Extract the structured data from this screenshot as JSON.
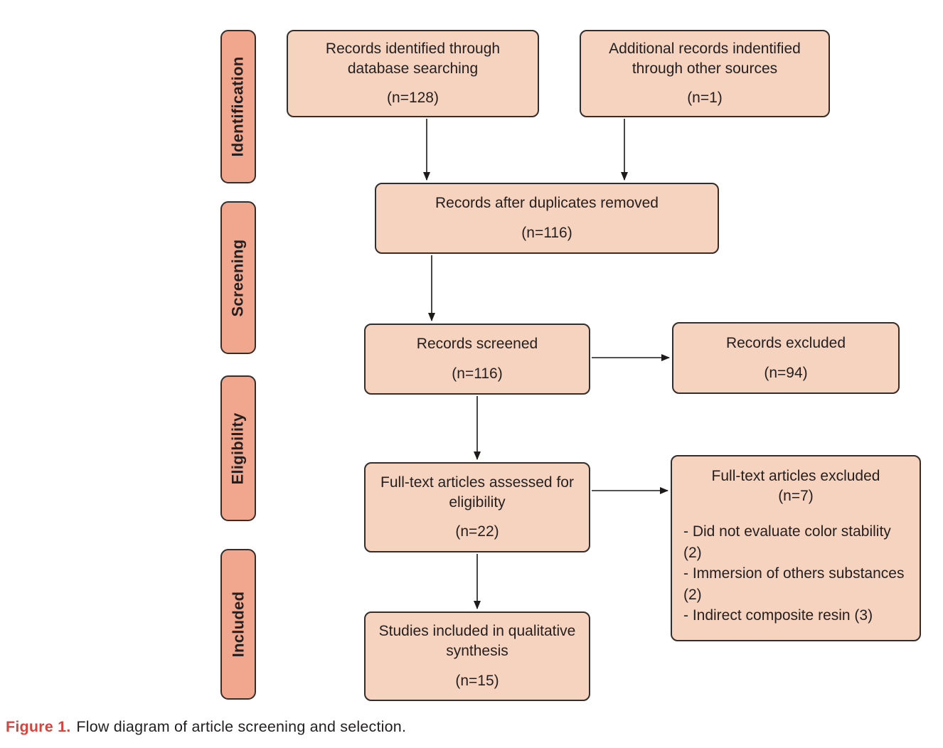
{
  "figure": {
    "caption_label": "Figure 1.",
    "caption_text": "Flow diagram of article screening and selection."
  },
  "colors": {
    "box_fill": "#f6d3be",
    "stage_fill": "#f0a78e",
    "border": "#332d2b",
    "caption_red": "#d5443d",
    "text": "#231f20"
  },
  "stages": [
    {
      "label": "Identification"
    },
    {
      "label": "Screening"
    },
    {
      "label": "Eligibility"
    },
    {
      "label": "Included"
    }
  ],
  "nodes": {
    "records_db": {
      "text": "Records identified through database searching",
      "count": "(n=128)"
    },
    "records_other": {
      "text": "Additional records indentified through other sources",
      "count": "(n=1)"
    },
    "duplicates": {
      "text": "Records after duplicates removed",
      "count": "(n=116)"
    },
    "screened": {
      "text": "Records screened",
      "count": "(n=116)"
    },
    "excluded": {
      "text": "Records excluded",
      "count": "(n=94)"
    },
    "fulltext": {
      "text": "Full-text articles assessed for eligibility",
      "count": "(n=22)"
    },
    "ft_excluded": {
      "title": "Full-text articles excluded",
      "count": "(n=7)",
      "reasons": [
        "- Did not evaluate color stability (2)",
        "- Immersion of others substances (2)",
        "- Indirect composite resin (3)"
      ]
    },
    "included": {
      "text": "Studies included in qualitative synthesis",
      "count": "(n=15)"
    }
  }
}
